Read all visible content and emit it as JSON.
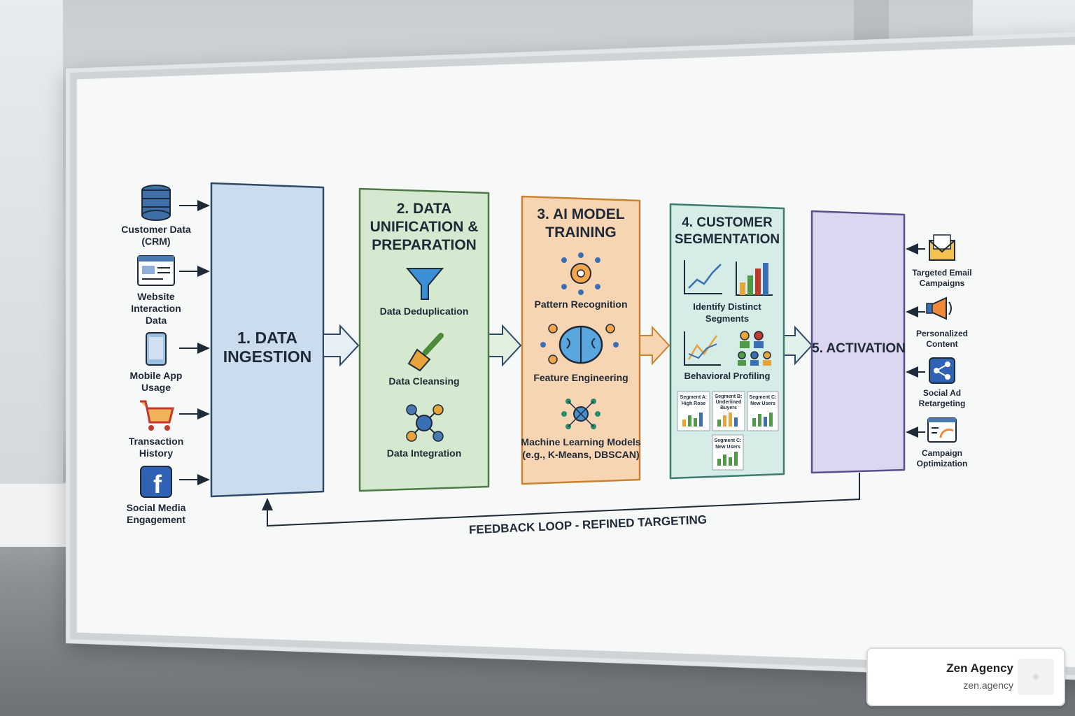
{
  "sources": [
    {
      "line1": "Customer Data",
      "line2": "(CRM)",
      "line3": "",
      "icon": "database-icon"
    },
    {
      "line1": "Website",
      "line2": "Interaction",
      "line3": "Data",
      "icon": "browser-icon"
    },
    {
      "line1": "Mobile App",
      "line2": "Usage",
      "line3": "",
      "icon": "phone-icon"
    },
    {
      "line1": "Transaction",
      "line2": "History",
      "line3": "",
      "icon": "cart-icon"
    },
    {
      "line1": "Social Media",
      "line2": "Engagement",
      "line3": "",
      "icon": "facebook-icon"
    }
  ],
  "stages": {
    "s1": {
      "title1": "1. DATA",
      "title2": "INGESTION",
      "color": "#cbdcef"
    },
    "s2": {
      "title1": "2. DATA",
      "title2": "UNIFICATION &",
      "title3": "PREPARATION",
      "items": [
        "Data Deduplication",
        "Data Cleansing",
        "Data Integration"
      ],
      "color": "#d4e9cf"
    },
    "s3": {
      "title1": "3. AI MODEL",
      "title2": "TRAINING",
      "items": [
        "Pattern Recognition",
        "Feature Engineering",
        "Machine Learning Models",
        "(e.g., K-Means, DBSCAN)"
      ],
      "color": "#f8d5b2"
    },
    "s4": {
      "title1": "4. CUSTOMER",
      "title2": "SEGMENTATION",
      "items": [
        "Identify Distinct",
        "Segments",
        "Behavioral Profiling"
      ],
      "segments": [
        {
          "line1": "Segment A:",
          "line2": "High Rose"
        },
        {
          "line1": "Segment B:",
          "line2": "Underlined",
          "line3": "Buyers"
        },
        {
          "line1": "Segment C:",
          "line2": "New Users"
        },
        {
          "line1": "Segment C:",
          "line2": "New Users"
        }
      ],
      "color": "#d6ece6"
    },
    "s5": {
      "title": "5. ACTIVATION",
      "color": "#dcd6f1"
    }
  },
  "outputs": [
    {
      "line1": "Targeted Email",
      "line2": "Campaigns",
      "icon": "envelope-icon"
    },
    {
      "line1": "Personalized",
      "line2": "Content",
      "icon": "megaphone-icon"
    },
    {
      "line1": "Social Ad",
      "line2": "Retargeting",
      "icon": "share-icon"
    },
    {
      "line1": "Campaign",
      "line2": "Optimization",
      "icon": "dashboard-icon"
    }
  ],
  "feedback": "FEEDBACK LOOP - REFINED TARGETING",
  "watermark": {
    "name": "Zen Agency",
    "url": "zen.agency"
  }
}
